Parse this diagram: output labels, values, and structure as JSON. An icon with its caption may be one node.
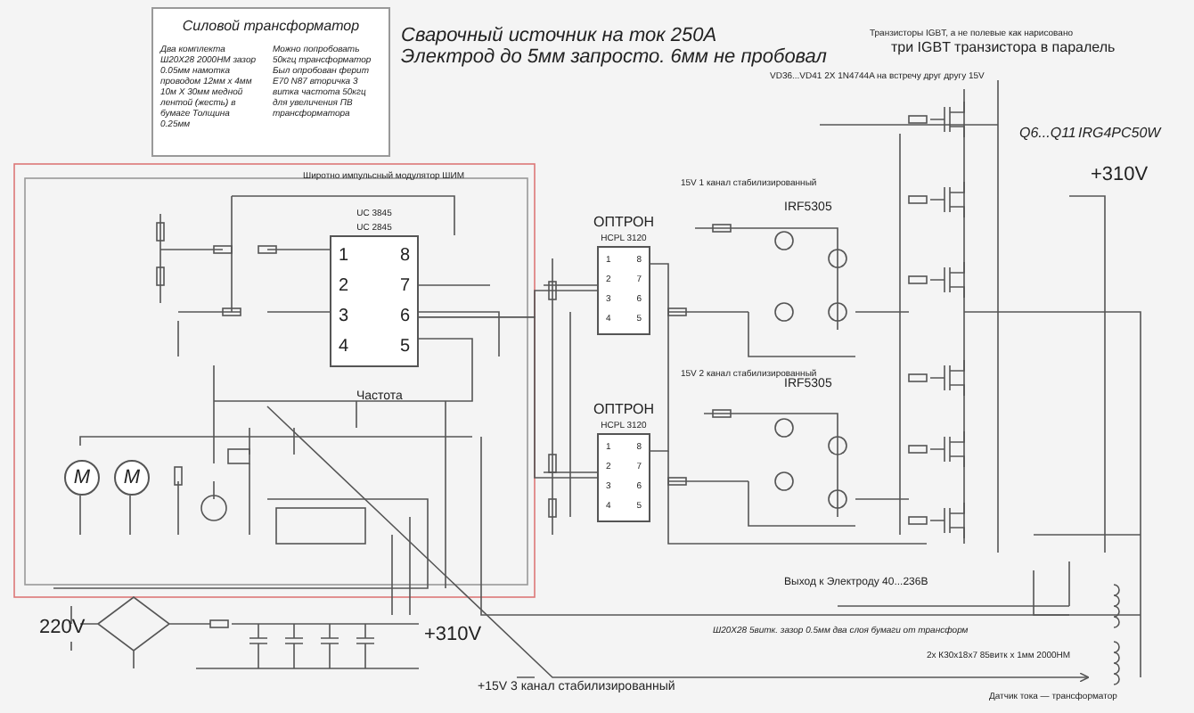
{
  "diagram": {
    "title": "Сварочный источник на ток 250А",
    "nodes": [
      {
        "text": [
          "Силовой трансформатор",
          "Два комплекта Ш20Х28 2000НМ зазор 0.05мм намотка проводом 12мм х 4мм 10м Х 30мм медной лентой (жесть) в бумаге Толщина 0.25мм",
          "Можно попробовать 50кгц трансформатор Был опробован ферит Е70 N87 вторичка 3 витка частота 50кгц для увеличения ПВ трансформатора"
        ]
      },
      {
        "text": [
          "1",
          "2",
          "3",
          "4",
          "8",
          "7",
          "6",
          "5"
        ],
        "beside": [
          "UC 3845",
          "UC 2845"
        ]
      },
      {
        "text": [
          "1",
          "2",
          "3",
          "4",
          "8",
          "7",
          "6",
          "5"
        ],
        "beside": [
          "ОПТРОН",
          "HCPL 3120"
        ]
      },
      {
        "text": [
          "1",
          "2",
          "3",
          "4",
          "8",
          "7",
          "6",
          "5"
        ],
        "beside": [
          "ОПТРОН",
          "HCPL 3120"
        ]
      },
      {
        "text": [
          "M"
        ]
      },
      {
        "text": [
          "M"
        ]
      }
    ],
    "edges": [
      {
        "from": 1,
        "to": 2,
        "arrow": "none"
      },
      {
        "from": 1,
        "to": 3,
        "arrow": "none"
      },
      {
        "from": 2,
        "to": 3,
        "arrow": "none"
      }
    ],
    "labels": [
      "Электрод до 5мм запросто. 6мм не пробовал",
      "Транзисторы IGBT, а не полевые как нарисовано",
      "три IGBT транзистора в паралель",
      "VD36...VD41 2Х 1N4744A на встречу друг другу 15V",
      "Q6...Q11",
      "IRG4PC50W",
      "+310V",
      "15V 1 канал стабилизированный",
      "15V 2 канал стабилизированный",
      "IRF5305",
      "IRF5305",
      "Частота",
      "+310V",
      "220V",
      "+15V 3 канал стабилизированный",
      "Выход к Электроду 40...236В",
      "Ш20Х28 5витк. зазор 0.5мм два слоя бумаги от трансформ",
      "2х К30х18х7 85витк х 1мм 2000НМ",
      "Датчик тока — трансформатор",
      "Широтно импульсный модулятор ШИМ"
    ]
  }
}
